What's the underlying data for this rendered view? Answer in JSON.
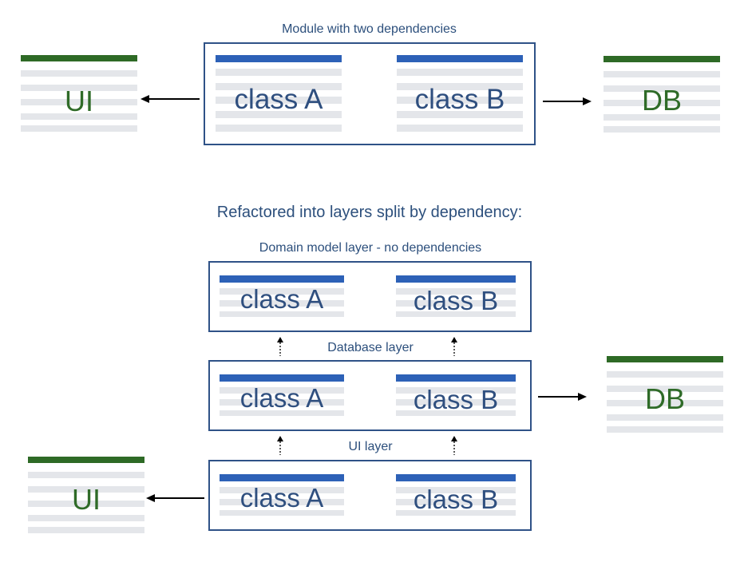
{
  "colors": {
    "class_header": "#2d61b7",
    "class_stripe": "#e4e6ea",
    "table_header": "#2e6a26",
    "table_stripe": "#e4e6ea",
    "frame_border": "#2f5287",
    "caption_text": "#2c4f7c",
    "table_text": "#2f6b28"
  },
  "top": {
    "title": "Module with two dependencies",
    "class_a": "class A",
    "class_b": "class B",
    "ui_table": "UI",
    "db_table": "DB"
  },
  "bottom": {
    "heading": "Refactored into layers split by dependency:",
    "domain_layer": {
      "caption": "Domain model layer - no dependencies",
      "class_a": "class A",
      "class_b": "class B"
    },
    "database_layer": {
      "caption": "Database layer",
      "class_a": "class A",
      "class_b": "class B"
    },
    "ui_layer": {
      "caption": "UI layer",
      "class_a": "class A",
      "class_b": "class B"
    },
    "db_table": "DB",
    "ui_table": "UI"
  }
}
